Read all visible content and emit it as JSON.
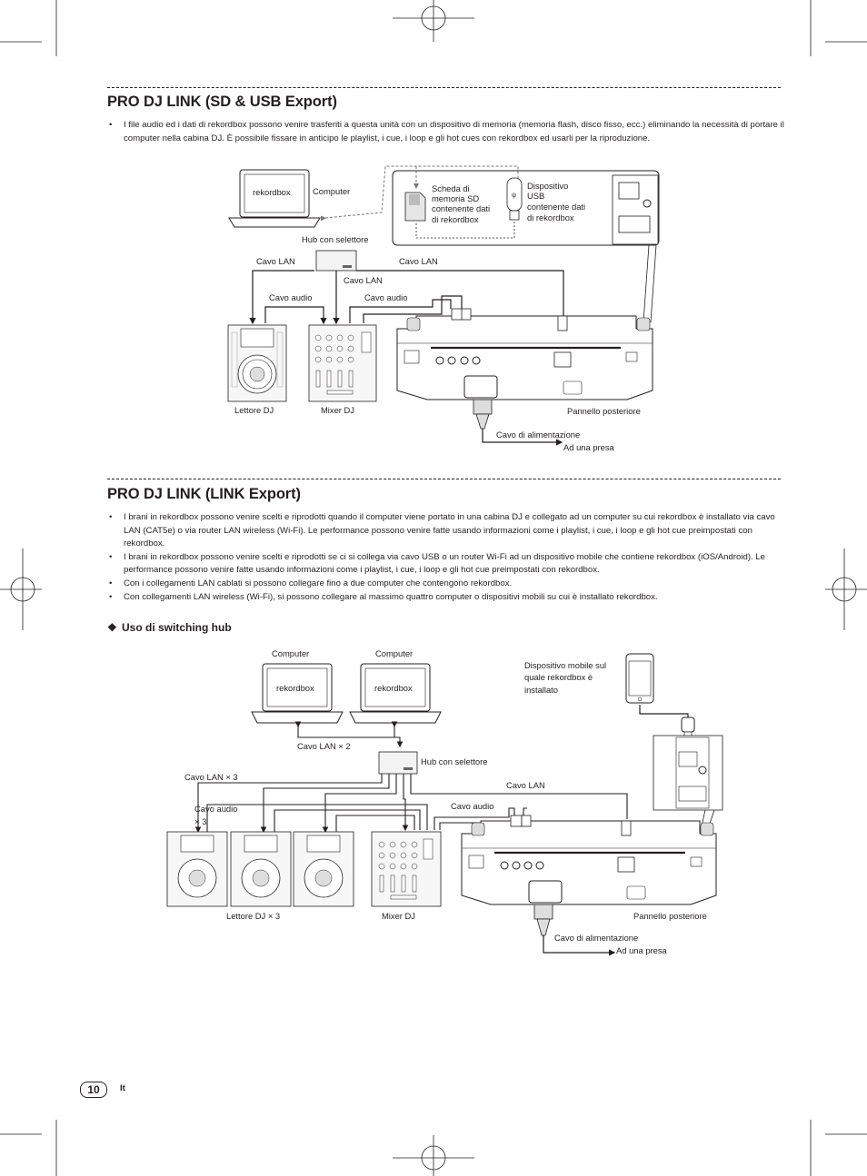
{
  "section1": {
    "title": "PRO DJ LINK (SD & USB Export)",
    "bullets": [
      "I file audio ed i dati di rekordbox possono venire trasferiti a questa unità con un dispositivo di memoria (memoria flash, disco fisso, ecc.) eliminando la necessità di portare il computer nella cabina DJ. È possibile fissare in anticipo le playlist, i cue, i loop e gli hot cues con rekordbox ed usarli per la riproduzione."
    ],
    "diagram": {
      "rekordbox": "rekordbox",
      "computer": "Computer",
      "sd_card": [
        "Scheda di",
        "memoria SD",
        "contenente dati",
        "di rekordbox"
      ],
      "usb_device": [
        "Dispositivo",
        "USB",
        "contenente dati",
        "di rekordbox"
      ],
      "hub": "Hub con selettore",
      "lan_left": "Cavo LAN",
      "lan_right": "Cavo LAN",
      "lan_mid": "Cavo LAN",
      "audio_left": "Cavo audio",
      "audio_right": "Cavo audio",
      "dj_player": "Lettore DJ",
      "dj_mixer": "Mixer DJ",
      "rear_panel": "Pannello posteriore",
      "power_cable": "Cavo di alimentazione",
      "outlet": "Ad una presa"
    }
  },
  "section2": {
    "title": "PRO DJ LINK (LINK Export)",
    "bullets": [
      "I brani in rekordbox possono venire scelti e riprodotti quando il computer viene portato in una cabina DJ e collegato ad un computer su cui rekordbox è installato via cavo LAN (CAT5e) o via router LAN wireless (Wi-Fi). Le performance possono venire fatte usando informazioni come i playlist, i cue, i loop e gli hot cue preimpostati con rekordbox.",
      "I brani in rekordbox possono venire scelti e riprodotti se ci si collega via cavo USB o un router Wi-Fi ad un dispositivo mobile che contiene rekordbox (iOS/Android). Le performance possono venire fatte usando informazioni come i playlist, i cue, i loop e gli hot cue preimpostati con rekordbox.",
      "Con i collegamenti LAN cablati si possono collegare fino a due computer che contengono rekordbox.",
      "Con collegamenti LAN wireless (Wi-Fi), si possono collegare al massimo quattro computer o dispositivi mobili su cui è installato rekordbox."
    ],
    "subheading_mark": "❖",
    "subheading": "Uso di switching hub",
    "diagram": {
      "computer_1": "Computer",
      "computer_2": "Computer",
      "rekordbox_1": "rekordbox",
      "rekordbox_2": "rekordbox",
      "mobile": [
        "Dispositivo mobile sul",
        "quale rekordbox è",
        "installato"
      ],
      "lan_x2": "Cavo LAN × 2",
      "hub": "Hub con selettore",
      "lan_x3": "Cavo LAN × 3",
      "lan": "Cavo LAN",
      "audio_x3": [
        "Cavo audio",
        "× 3"
      ],
      "audio": "Cavo audio",
      "dj_players": "Lettore DJ × 3",
      "dj_mixer": "Mixer DJ",
      "rear_panel": "Pannello posteriore",
      "power_cable": "Cavo di alimentazione",
      "outlet": "Ad una presa"
    }
  },
  "footer": {
    "page": "10",
    "lang": "It"
  }
}
